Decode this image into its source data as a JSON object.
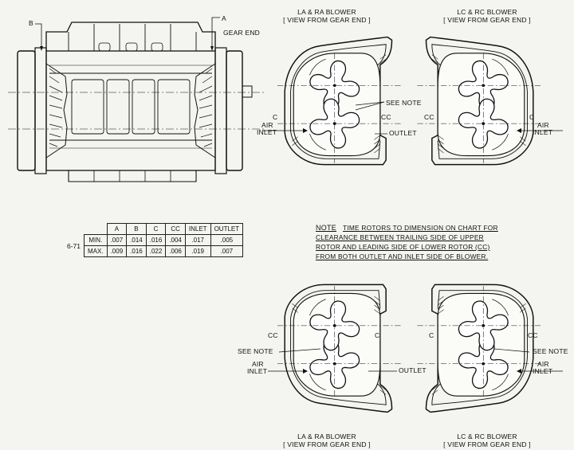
{
  "side_view": {
    "label_b": "B",
    "label_a": "A",
    "gear_end": "GEAR END"
  },
  "views": {
    "top_left": {
      "title": "LA & RA BLOWER",
      "subtitle": "[ VIEW FROM GEAR END ]",
      "label_c": "C",
      "label_cc": "CC",
      "see_note": "SEE NOTE",
      "air": "AIR",
      "inlet": "INLET",
      "outlet": "OUTLET"
    },
    "top_right": {
      "title": "LC & RC BLOWER",
      "subtitle": "[ VIEW FROM GEAR END ]",
      "label_c": "C",
      "label_cc": "CC",
      "air": "AIR",
      "inlet": "INLET"
    },
    "bottom_left": {
      "title": "LA & RA BLOWER",
      "subtitle": "[ VIEW FROM GEAR END ]",
      "label_c": "C",
      "label_cc": "CC",
      "see_note": "SEE NOTE",
      "air": "AIR",
      "inlet": "INLET",
      "outlet": "OUTLET"
    },
    "bottom_right": {
      "title": "LC & RC BLOWER",
      "subtitle": "[ VIEW FROM GEAR END ]",
      "label_c": "C",
      "label_cc": "CC",
      "see_note": "SEE NOTE",
      "air": "AIR",
      "inlet": "INLET"
    }
  },
  "table": {
    "headers": [
      "A",
      "B",
      "C",
      "CC",
      "INLET",
      "OUTLET"
    ],
    "model": "6-71",
    "rows": [
      {
        "label": "MIN.",
        "values": [
          ".007",
          ".014",
          ".016",
          ".004",
          ".017",
          ".005"
        ]
      },
      {
        "label": "MAX.",
        "values": [
          ".009",
          ".016",
          ".022",
          ".006",
          ".019",
          ".007"
        ]
      }
    ]
  },
  "note": {
    "head": "NOTE",
    "lines": [
      "TIME ROTORS TO DIMENSION ON CHART FOR",
      "CLEARANCE BETWEEN TRAILING SIDE OF UPPER",
      "ROTOR AND LEADING SIDE OF LOWER ROTOR (CC)",
      "FROM BOTH OUTLET AND INLET SIDE OF BLOWER."
    ]
  }
}
